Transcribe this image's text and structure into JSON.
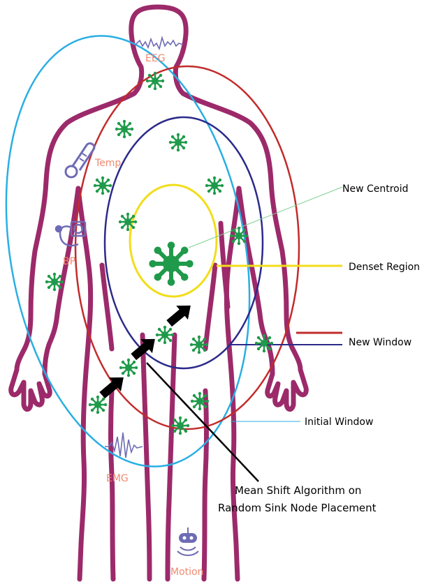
{
  "sensors": {
    "eeg": "EEG",
    "temp": "Temp",
    "bp": "BP",
    "emg": "EMG",
    "motion": "Motion"
  },
  "callouts": {
    "new_centroid": "New Centroid",
    "denset_region": "Denset Region",
    "new_window": "New Window",
    "initial_window": "Initial Window",
    "caption_line1": "Mean Shift Algorithm on",
    "caption_line2": "Random Sink Node Placement"
  },
  "colors": {
    "body_outline": "#9c2a6a",
    "node": "#1f9a4a",
    "sensor_label": "#f08a70",
    "sensor_icon": "#6e6bb5",
    "initial_window": "#29aee3",
    "new_window_red": "#c22b2b",
    "new_window_blue": "#2b2a8a",
    "denset_region": "#f2dd1a",
    "centroid_line": "#7fd08f",
    "arrow": "#000000"
  },
  "icons": [
    "brainwave-icon",
    "thermometer-icon",
    "blood-pressure-icon",
    "muscle-signal-icon",
    "motion-sensor-icon",
    "sensor-node-icon",
    "arrow-icon"
  ]
}
